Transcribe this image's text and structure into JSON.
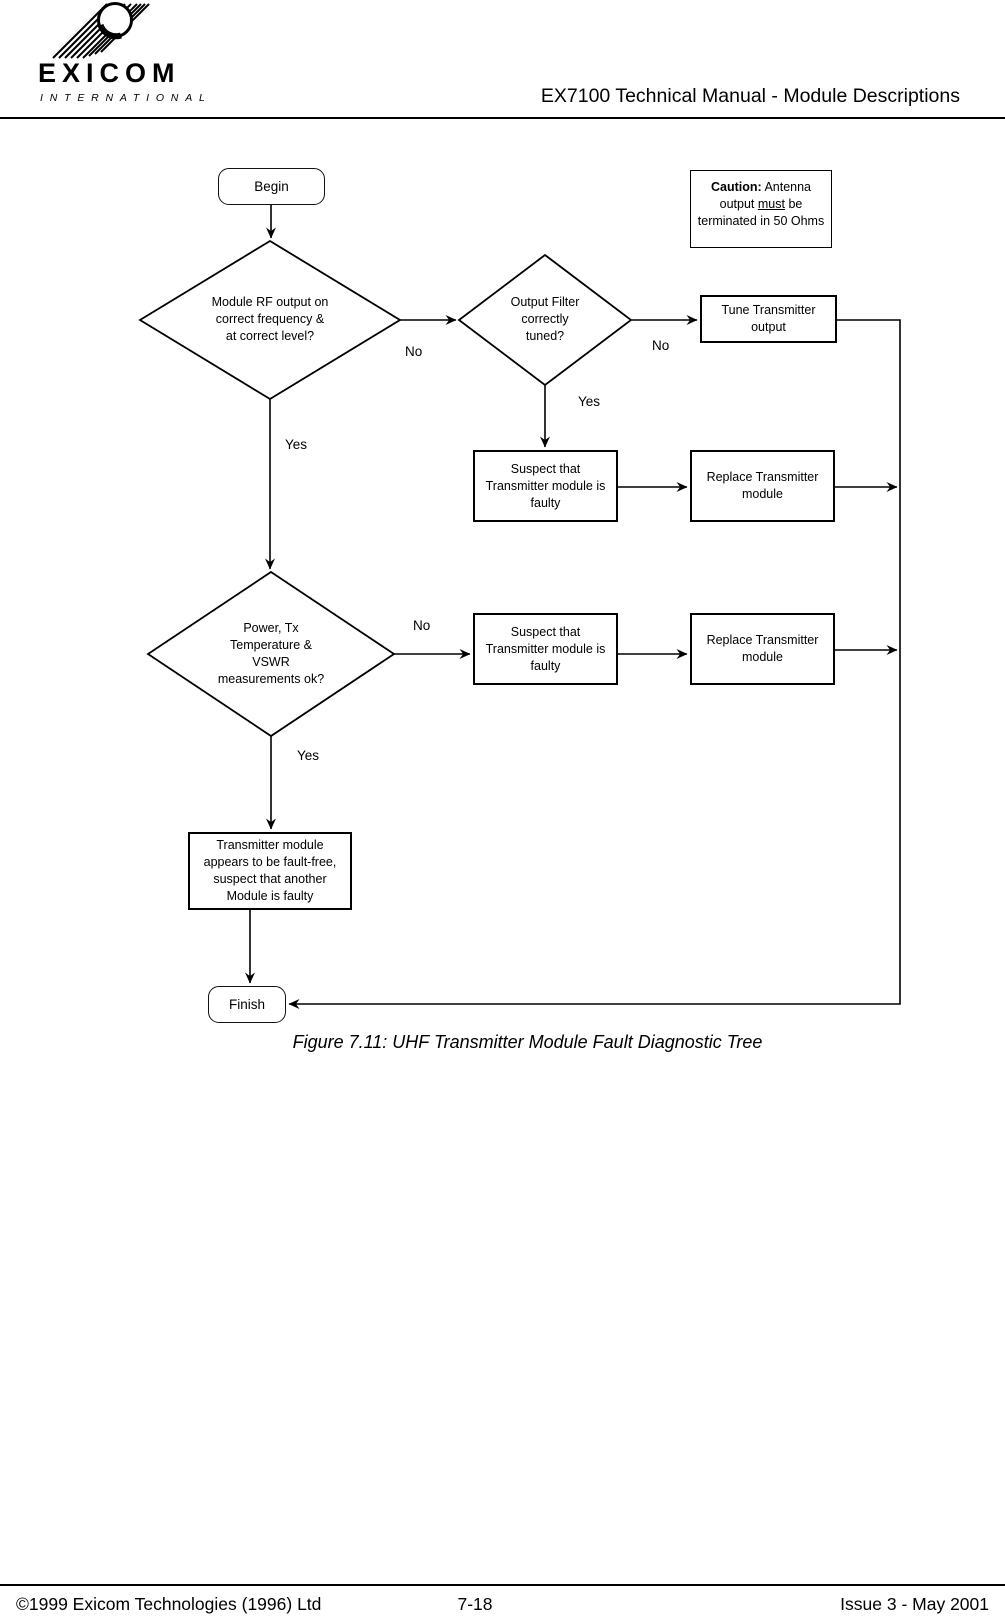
{
  "header": {
    "brand": "EXICOM",
    "brand_sub": "INTERNATIONAL",
    "title": "EX7100 Technical Manual - Module Descriptions"
  },
  "flowchart": {
    "begin": "Begin",
    "finish": "Finish",
    "caution": {
      "label": "Caution:",
      "seg1": " Antenna output ",
      "underlined": "must",
      "seg2": " be terminated in 50 Ohms"
    },
    "decision_rf": "Module RF output on\ncorrect frequency &\nat correct level?",
    "decision_filter": "Output Filter\ncorrectly\ntuned?",
    "decision_power": "Power, Tx\nTemperature &\nVSWR\nmeasurements ok?",
    "process_tune": "Tune Transmitter\noutput",
    "process_suspect_1": "Suspect that\nTransmitter module is\nfaulty",
    "process_replace_1": "Replace Transmitter\nmodule",
    "process_suspect_2": "Suspect that\nTransmitter module is\nfaulty",
    "process_replace_2": "Replace Transmitter\nmodule",
    "process_fault_free": "Transmitter module\nappears to be fault-free,\nsuspect that another\nModule is faulty",
    "labels": {
      "no_rf": "No",
      "yes_rf": "Yes",
      "no_filter": "No",
      "yes_filter": "Yes",
      "no_power": "No",
      "yes_power": "Yes"
    }
  },
  "figure": {
    "caption": "Figure 7.11: UHF Transmitter Module Fault Diagnostic Tree"
  },
  "footer": {
    "copyright": "©1999 Exicom Technologies (1996) Ltd",
    "page_number": "7-18",
    "issue": "Issue 3 - May 2001"
  }
}
